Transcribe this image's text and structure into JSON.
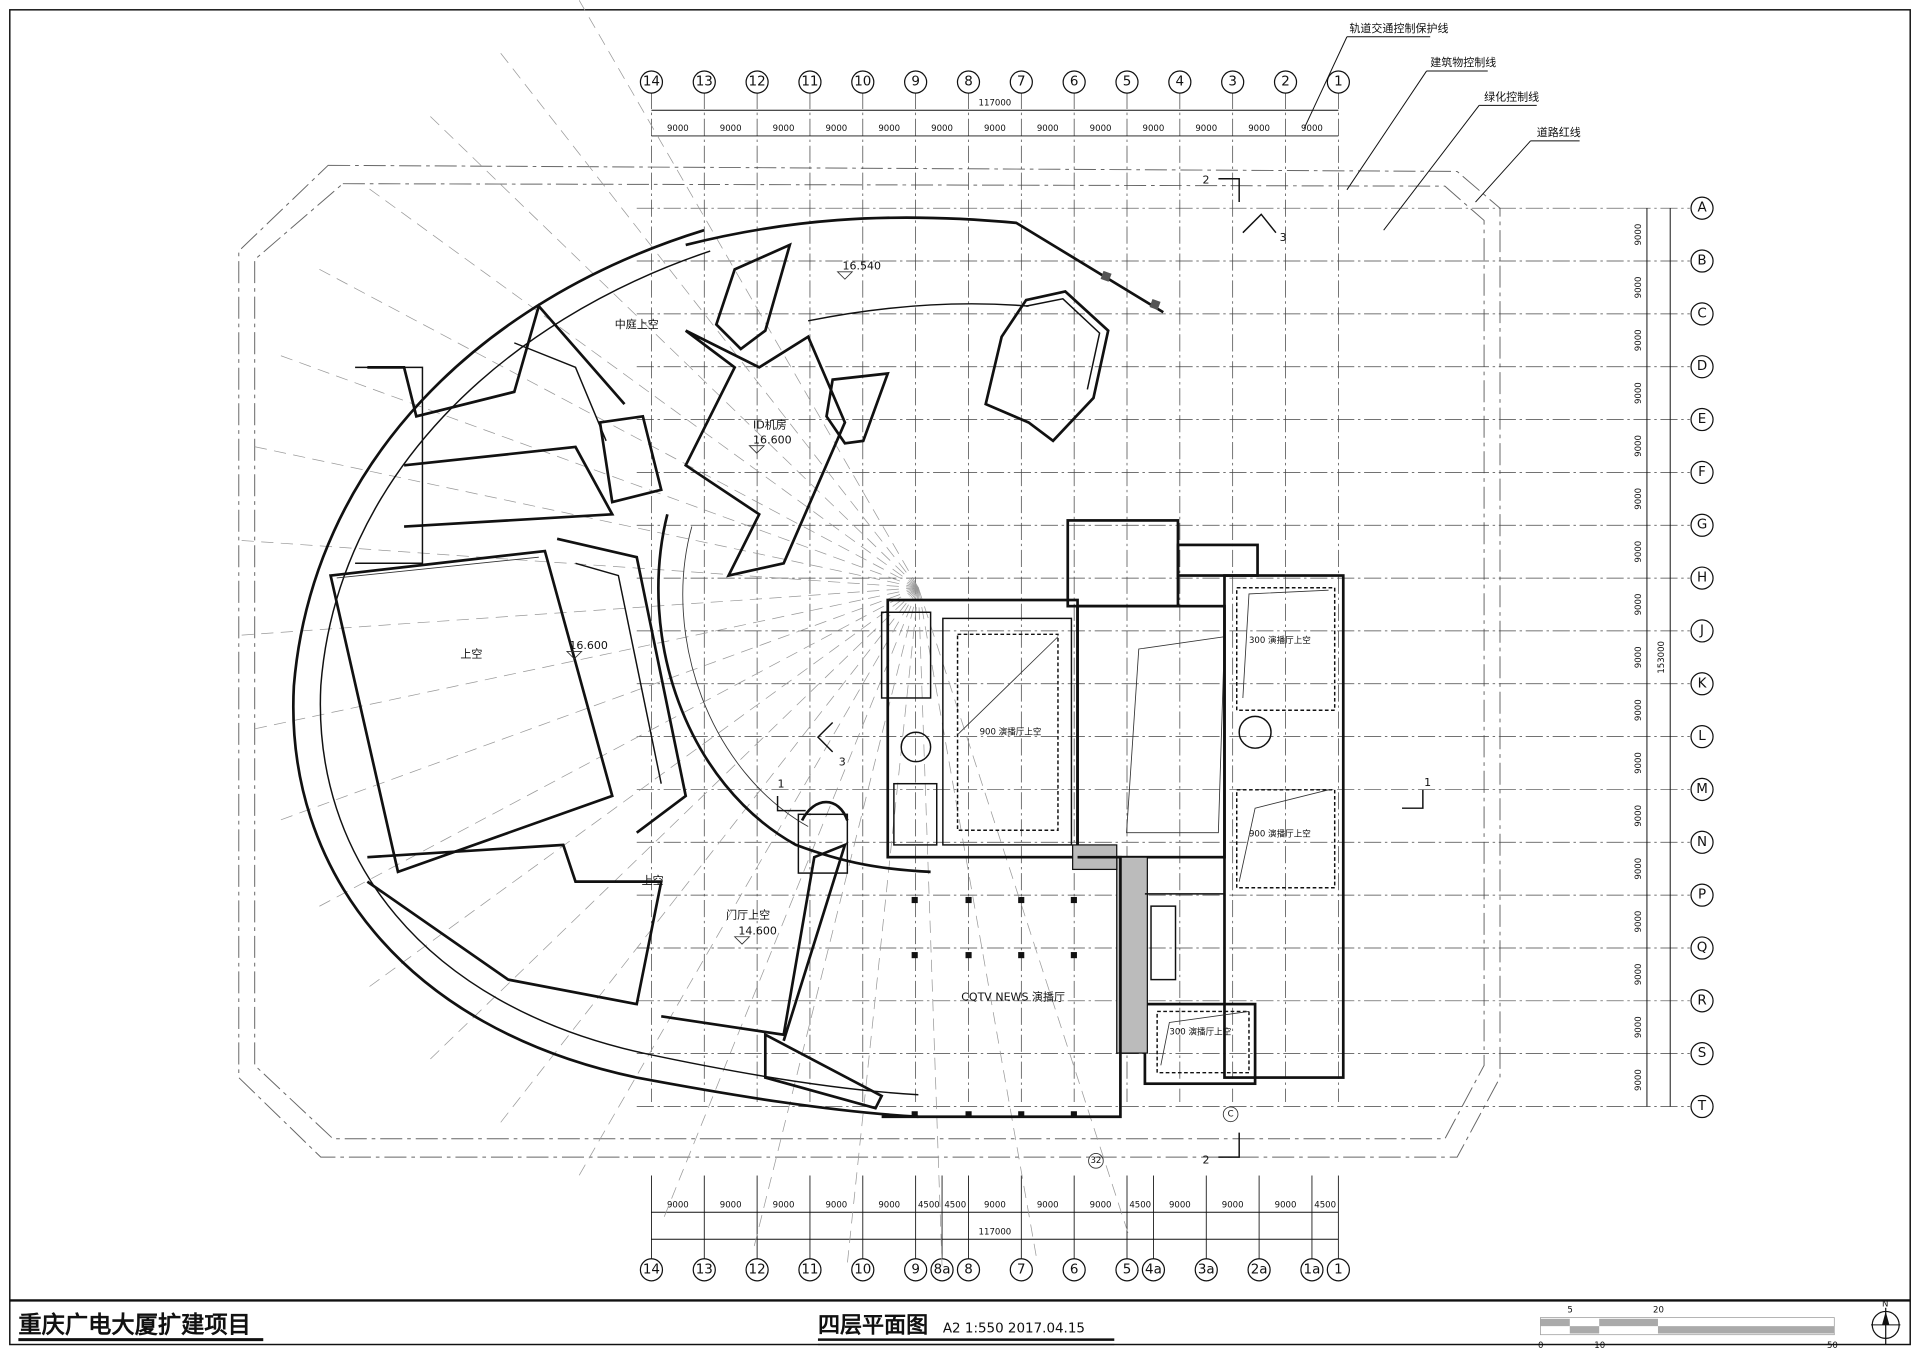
{
  "title_block": {
    "project_name": "重庆广电大厦扩建项目",
    "drawing_title": "四层平面图",
    "drawing_info": "A2 1:550 2017.04.15",
    "scale_bar": {
      "labels_top": [
        "5",
        "20"
      ],
      "labels_bottom": [
        "0",
        "10",
        "50"
      ]
    },
    "north_label": "N"
  },
  "leaders": [
    {
      "label": "轨道交通控制保护线"
    },
    {
      "label": "建筑物控制线"
    },
    {
      "label": "绿化控制线"
    },
    {
      "label": "道路红线"
    }
  ],
  "axes": {
    "top": {
      "columns": [
        "14",
        "13",
        "12",
        "11",
        "10",
        "9",
        "8",
        "7",
        "6",
        "5",
        "4",
        "3",
        "2",
        "1"
      ],
      "spans": [
        "9000",
        "9000",
        "9000",
        "9000",
        "9000",
        "9000",
        "9000",
        "9000",
        "9000",
        "9000",
        "9000",
        "9000",
        "9000"
      ],
      "span_mm": [
        9000,
        9000,
        9000,
        9000,
        9000,
        9000,
        9000,
        9000,
        9000,
        9000,
        9000,
        9000,
        9000
      ],
      "total": "117000"
    },
    "bottom": {
      "columns": [
        "14",
        "13",
        "12",
        "11",
        "10",
        "9",
        "8a",
        "8",
        "7",
        "6",
        "5",
        "4a",
        "3a",
        "2a",
        "1a",
        "1"
      ],
      "spans": [
        "9000",
        "9000",
        "9000",
        "9000",
        "9000",
        "4500",
        "4500",
        "9000",
        "9000",
        "9000",
        "4500",
        "9000",
        "9000",
        "9000",
        "4500"
      ],
      "span_mm": [
        9000,
        9000,
        9000,
        9000,
        9000,
        4500,
        4500,
        9000,
        9000,
        9000,
        4500,
        9000,
        9000,
        9000,
        4500
      ],
      "total": "117000"
    },
    "right": {
      "rows": [
        "A",
        "B",
        "C",
        "D",
        "E",
        "F",
        "G",
        "H",
        "J",
        "K",
        "L",
        "M",
        "N",
        "P",
        "Q",
        "R",
        "S",
        "T"
      ],
      "spans": [
        "9000",
        "9000",
        "9000",
        "9000",
        "9000",
        "9000",
        "9000",
        "9000",
        "9000",
        "9000",
        "9000",
        "9000",
        "9000",
        "9000",
        "9000",
        "9000",
        "9000"
      ],
      "span_mm": [
        9000,
        9000,
        9000,
        9000,
        9000,
        9000,
        9000,
        9000,
        9000,
        9000,
        9000,
        9000,
        9000,
        9000,
        9000,
        9000,
        9000
      ],
      "total": "153000"
    }
  },
  "rooms": {
    "atrium_void": "中庭上空",
    "idc_room": "ID机房",
    "idc_level": "16.600",
    "roof_level": "16.540",
    "hall_void": "上空",
    "hall_level": "16.600",
    "lobby_void_small": "上空",
    "lobby_void": "门厅上空",
    "lobby_level": "14.600",
    "news_studio": "CQTV NEWS 演播厅",
    "studio_900_upper": "900 演播厅上空",
    "studio_300_upper": "300 演播厅上空",
    "studio_900_upper_b": "900 演播厅上空",
    "studio_300_b": "300 演播厅上空"
  },
  "section_marks": {
    "s2_top": "2",
    "s3_top": "3",
    "s1_left": "1",
    "s3_left": "3",
    "s1_right": "1",
    "s2_bottom": "2",
    "c_mark": "C",
    "mark_32": "32"
  }
}
